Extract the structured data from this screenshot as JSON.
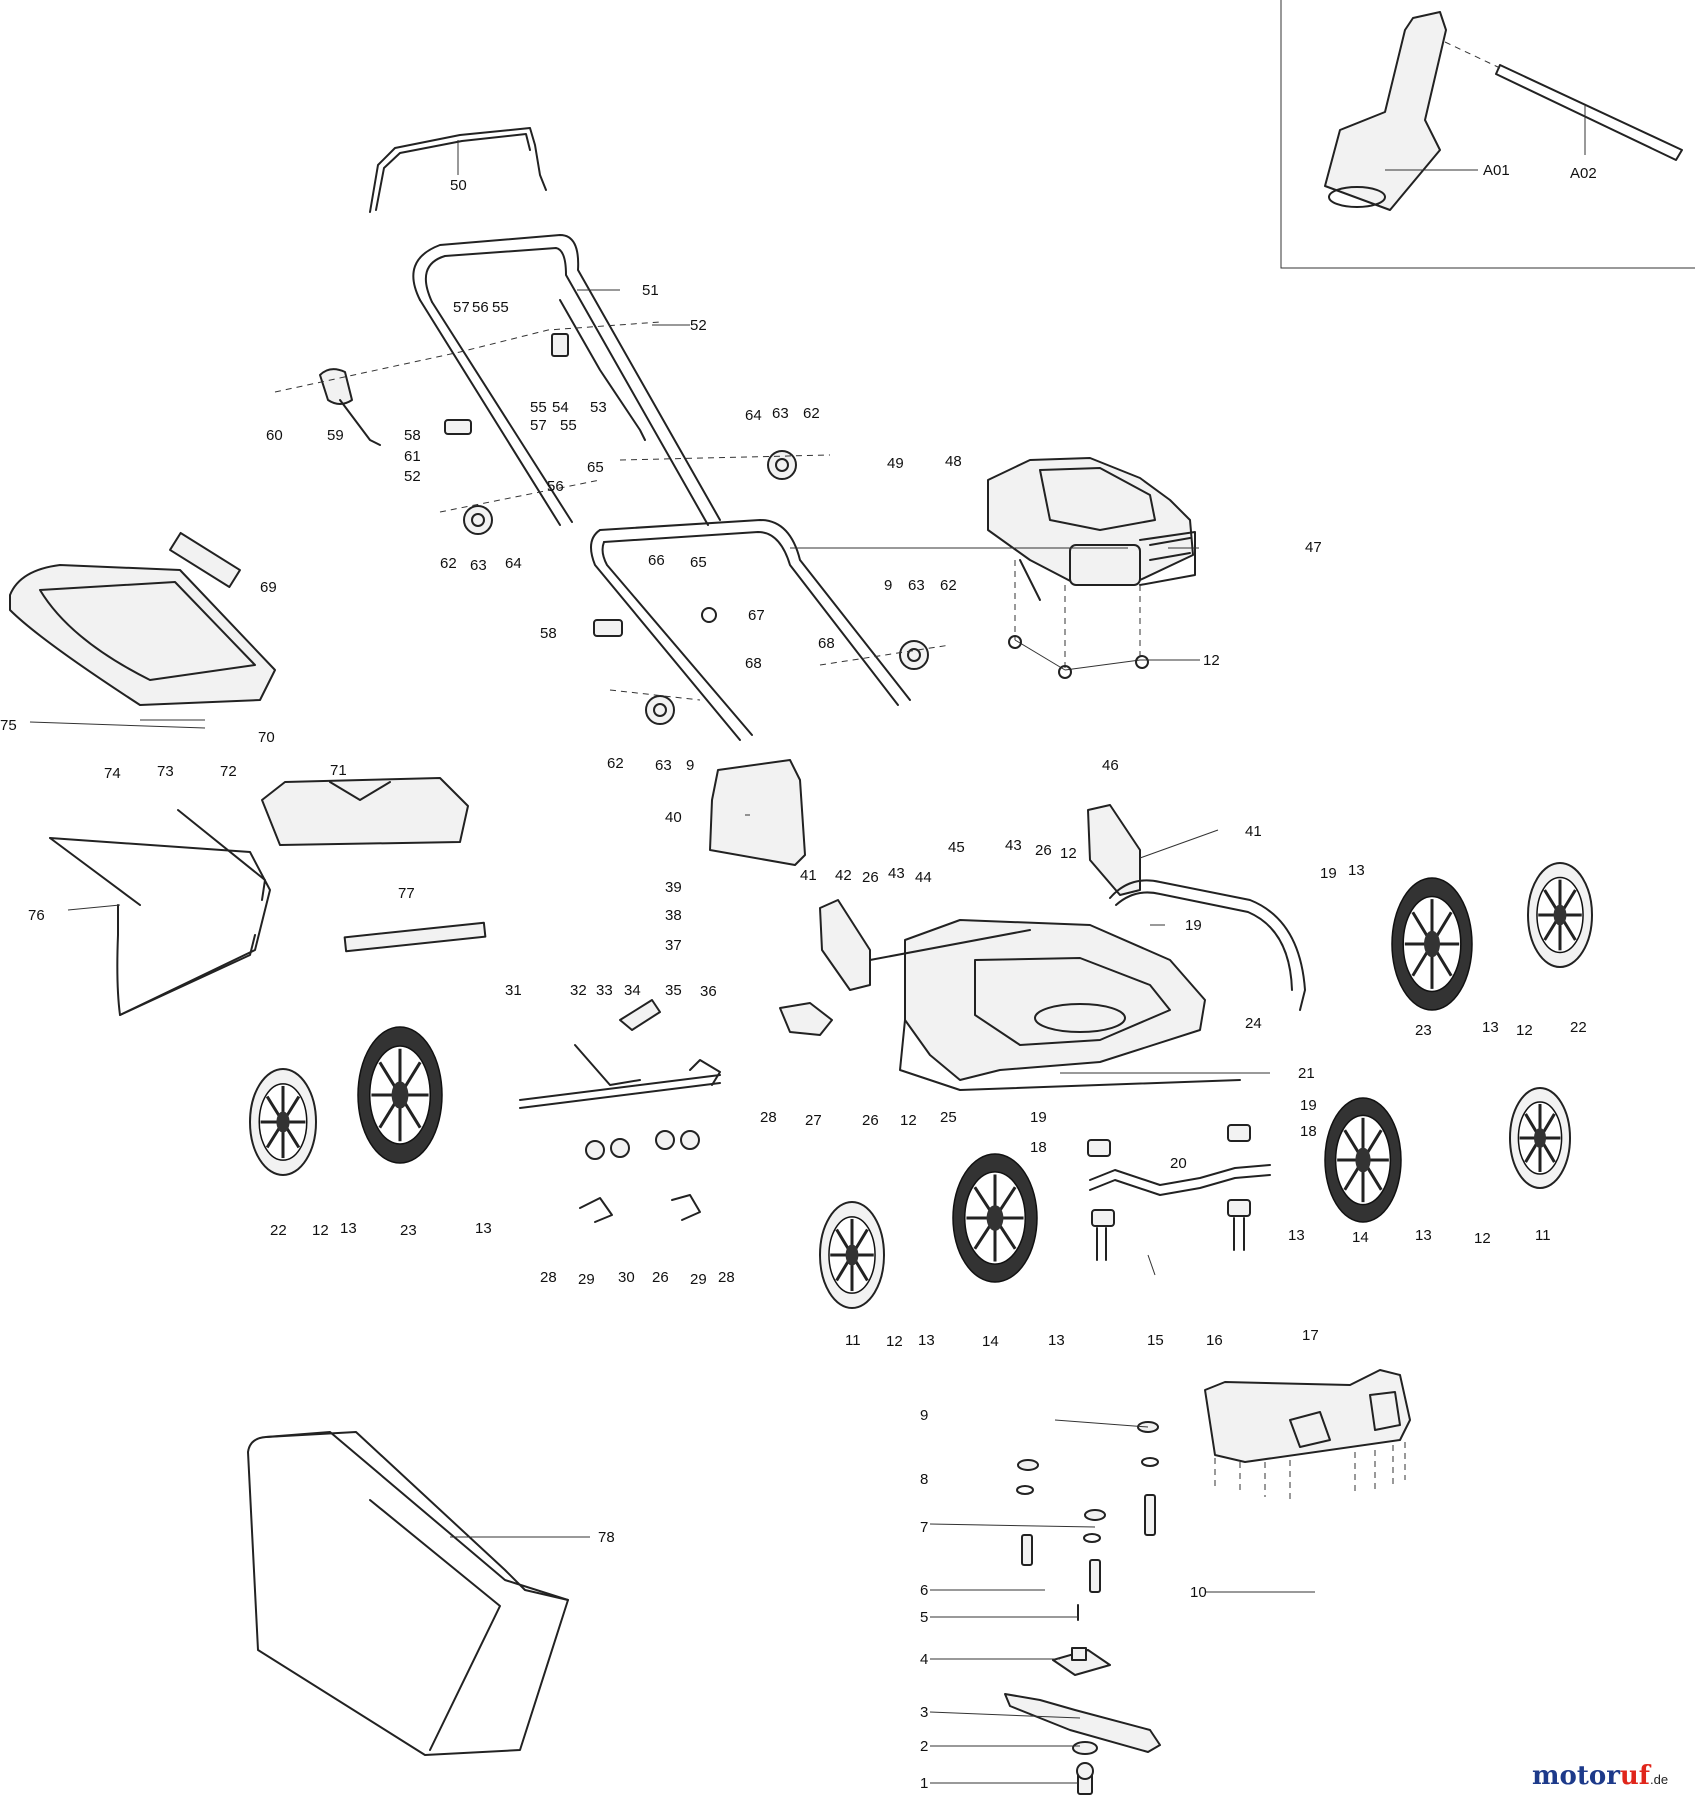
{
  "diagram": {
    "labels": {
      "A01": "A01",
      "A02": "A02",
      "p1": "1",
      "p2": "2",
      "p3": "3",
      "p4": "4",
      "p5": "5",
      "p6": "6",
      "p7": "7",
      "p8": "8",
      "p9": "9",
      "p10": "10",
      "p11": "11",
      "p12": "12",
      "p13": "13",
      "p14": "14",
      "p15": "15",
      "p16": "16",
      "p17": "17",
      "p18": "18",
      "p19": "19",
      "p20": "20",
      "p21": "21",
      "p22": "22",
      "p23": "23",
      "p24": "24",
      "p25": "25",
      "p26": "26",
      "p27": "27",
      "p28": "28",
      "p29": "29",
      "p30": "30",
      "p31": "31",
      "p32": "32",
      "p33": "33",
      "p34": "34",
      "p35": "35",
      "p36": "36",
      "p37": "37",
      "p38": "38",
      "p39": "39",
      "p40": "40",
      "p41": "41",
      "p42": "42",
      "p43": "43",
      "p44": "44",
      "p45": "45",
      "p46": "46",
      "p47": "47",
      "p48": "48",
      "p49": "49",
      "p50": "50",
      "p51": "51",
      "p52": "52",
      "p53": "53",
      "p54": "54",
      "p55": "55",
      "p56": "56",
      "p57": "57",
      "p58": "58",
      "p59": "59",
      "p60": "60",
      "p61": "61",
      "p62": "62",
      "p63": "63",
      "p64": "64",
      "p65": "65",
      "p66": "66",
      "p67": "67",
      "p68": "68",
      "p69": "69",
      "p70": "70",
      "p71": "71",
      "p72": "72",
      "p73": "73",
      "p74": "74",
      "p75": "75",
      "p76": "76",
      "p77": "77",
      "p78": "78"
    },
    "watermark": {
      "brand_main": "motor",
      "brand_accent": "uf",
      "domain": ".de"
    },
    "colors": {
      "brand": "#1d3a8a",
      "accent": "#e0261b",
      "line": "#222222"
    }
  }
}
